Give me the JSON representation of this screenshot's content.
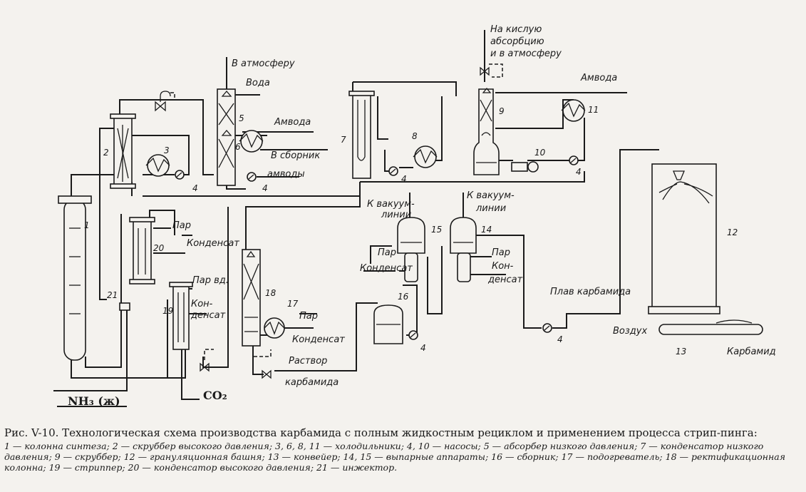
{
  "labels": {
    "to_atmosphere": "В атмосферу",
    "water": "Вода",
    "ammoniac_water_1": "Амвода",
    "to_collector": "В сборник",
    "ammoniac_waters": "амводы",
    "to_acid_absorption_1": "На кислую",
    "to_acid_absorption_2": "абсорбцию",
    "to_acid_absorption_3": "и в атмосферу",
    "ammoniac_water_2": "Амвода",
    "to_vacuum_1a": "К вакуум-",
    "to_vacuum_1b": "линии",
    "to_vacuum_2a": "К вакуум-",
    "to_vacuum_2b": "линии",
    "steam_20": "Пар",
    "condensate_20": "Конденсат",
    "steam_water_19": "Пар вд.",
    "condensate_19a": "Кон-",
    "condensate_19b": "денсат",
    "steam_15": "Пар",
    "condensate_15": "Конденсат",
    "steam_14": "Пар",
    "condensate_14a": "Кон-",
    "condensate_14b": "денсат",
    "steam_17": "Пар",
    "condensate_17": "Конденсат",
    "urea_solution_1": "Раствор",
    "urea_solution_2": "карбамида",
    "urea_melt": "Плав карбамида",
    "air": "Воздух",
    "urea": "Карбамид",
    "nh3": "NH₃ (ж)",
    "co2": "CO₂"
  },
  "numbers": {
    "n1": "1",
    "n2": "2",
    "n3": "3",
    "n4a": "4",
    "n4b": "4",
    "n4c": "4",
    "n4d": "4",
    "n4e": "4",
    "n5": "5",
    "n6": "6",
    "n7": "7",
    "n8": "8",
    "n9": "9",
    "n10": "10",
    "n11": "11",
    "n12": "12",
    "n13": "13",
    "n14": "14",
    "n15": "15",
    "n16": "16",
    "n17": "17",
    "n18": "18",
    "n19": "19",
    "n20": "20",
    "n21": "21"
  },
  "caption": {
    "title": "Рис. V-10. Технологическая схема производства карбамида с полным жидкостным рециклом и применением процесса стрип-пинга:",
    "legend": "1 — колонна синтеза; 2 — скруббер высокого давления; 3, 6, 8, 11 — холодильники; 4, 10 — насосы; 5 — абсорбер низкого давления; 7 — конденсатор низкого давления; 9 — скруббер; 12 — грануляционная башня; 13 — конвейер; 14, 15 — выпарные аппараты; 16 — сборник; 17 — подогреватель; 18 — ректификационная колонна; 19 — стриппер; 20 — конденсатор высокого давления; 21 — инжектор."
  }
}
